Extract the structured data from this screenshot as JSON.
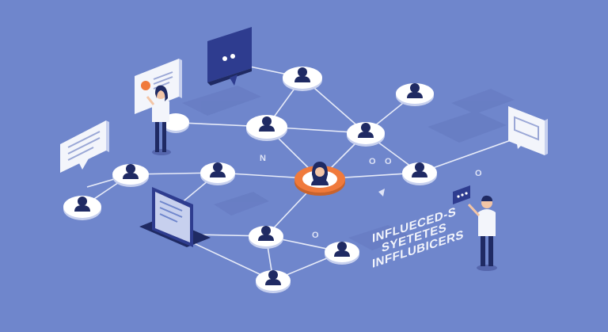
{
  "illustration": {
    "caption_lines": [
      "INFLUECED-S",
      "SYETETES",
      "INFFLUBICERS"
    ],
    "glyphs": [
      "N",
      "O",
      "O",
      "O",
      "O"
    ],
    "colors": {
      "background": "#6f86cc",
      "node_face": "#ffffff",
      "node_rim": "#c7d0ee",
      "silhouette": "#1f2a63",
      "highlight_ring": "#f07a3c",
      "connector": "#eef1fb",
      "panel": "#f3f5fb",
      "panel_dark": "#2e3c8f"
    },
    "icons": [
      "person-silhouette-icon",
      "chat-bubble-icon",
      "profile-card-icon",
      "monitor-icon"
    ]
  }
}
